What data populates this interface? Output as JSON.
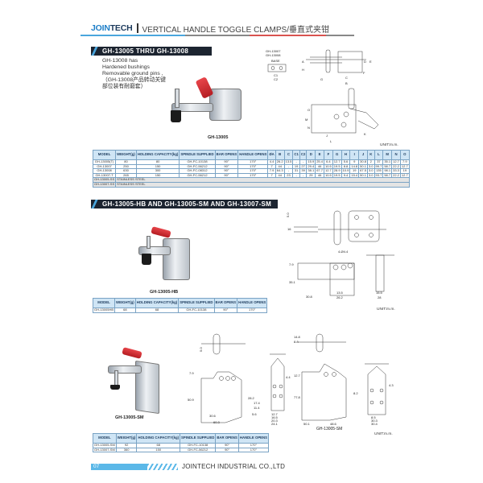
{
  "header": {
    "brand_part1": "JOIN",
    "brand_part2": "TECH",
    "title": "VERTICAL HANDLE TOGGLE CLAMPS/垂直式夹钳"
  },
  "section1": {
    "banner": "GH-13005 THRU GH-13008",
    "note_lines": [
      "GH-13008 has",
      "Hardened bushings",
      "Removable ground pins ,",
      "（GH-13008产品转动关键",
      "部位装有耐磨套）"
    ],
    "photo_caption": "GH-13005",
    "drawing": {
      "model_labels": [
        "GH-13007",
        "GH-13008"
      ],
      "base_label": "BASE",
      "dim_labels": [
        "C1",
        "C2",
        "A",
        "H",
        "G",
        "C",
        "B",
        "D",
        "E",
        "F",
        "M",
        "N",
        "J",
        "K",
        "L",
        "O"
      ],
      "unit": "UNIT:m.m."
    },
    "table": {
      "headers": [
        "MODEL",
        "WEIGHT(g)",
        "HOLDING CAPACITY(kg)",
        "SPINDLE SUPPLIED",
        "BAR OPENS",
        "HANDLE OPENS",
        "ØA",
        "B",
        "C",
        "C1",
        "C2",
        "D",
        "E",
        "F",
        "G",
        "H",
        "I",
        "J",
        "K",
        "L",
        "M",
        "N",
        "O"
      ],
      "rows": [
        [
          "GH-13005(T)",
          "80",
          "80",
          "GH-FC-10138",
          "90°",
          "170°",
          "4.4",
          "26.2",
          "13.5",
          "-",
          "-",
          "15.9",
          "25.4",
          "6.4",
          "12.7",
          "5.6",
          "9",
          "30.8",
          "2",
          "37",
          "35.1",
          "12.7",
          "7.9"
        ],
        [
          "GH-13007",
          "250",
          "150",
          "GH-FC-56212",
          "90°",
          "170°",
          "7",
          "44",
          "-",
          "19",
          "27",
          "29.4",
          "46",
          "10.5",
          "19.5",
          "8.8",
          "14.8",
          "50.1",
          "3.0",
          "99.7",
          "58.7",
          "22.2",
          "12.7"
        ],
        [
          "GH-13008",
          "630",
          "300",
          "GH-FC-08312",
          "90°",
          "170°",
          "7.9",
          "64.3",
          "-",
          "31",
          "39",
          "38.1",
          "67.7",
          "12.7",
          "28.9",
          "10.9",
          "19",
          "67.5",
          "3.0",
          "135",
          "98.1",
          "33.3",
          "19"
        ],
        [
          "GH-13007-T",
          "265",
          "150",
          "GH-FC-56212",
          "90°",
          "170°",
          "7",
          "44",
          "23",
          "-",
          "-",
          "29",
          "46",
          "10.5",
          "19.5",
          "9.4",
          "15.4",
          "50.1",
          "3.0",
          "93.7",
          "58.7",
          "22.2",
          "12.7"
        ]
      ],
      "stainless_rows": [
        {
          "model": "GH-13005-SS",
          "note": "STAINLESS STEEL"
        },
        {
          "model": "GH-13007-SS",
          "note": "STAINLESS STEEL"
        }
      ]
    }
  },
  "section2": {
    "banner": "GH-13005-HB AND GH-13005-SM AND GH-13007-SM",
    "hb": {
      "photo_caption": "GH-13005-HB",
      "drawing": {
        "dims": [
          "5.0",
          "16",
          "4-Ø4.4",
          "7.9",
          "35.1",
          "30.8",
          "13.5",
          "26.2",
          "15.5",
          "28"
        ],
        "unit": "UNIT:m.m."
      },
      "table": {
        "headers": [
          "MODEL",
          "WEIGHT(g)",
          "HOLDING CAPACITY(kg)",
          "SPINDLE SUPPLIED",
          "BAR OPENS",
          "HANDLE OPENS"
        ],
        "rows": [
          [
            "GH-13005HB",
            "68",
            "68",
            "GH-FC-10138",
            "90°",
            "170°"
          ]
        ]
      }
    },
    "sm": {
      "photo_caption": "GH-13005-SM",
      "drawing_caption": "GH-13005-SM",
      "drawing": {
        "dims_left": [
          "5.0",
          "7.9",
          "50.9",
          "30.6",
          "60.3",
          "28.2",
          "17.4",
          "11.4",
          "5.6",
          "4.4",
          "12.7",
          "16.5",
          "20.3",
          "24.1",
          "28.3"
        ],
        "dims_right": [
          "14.8",
          "8.8",
          "12.7",
          "77.8",
          "50.1",
          "48.6",
          "8.2",
          "4.3",
          "8.5",
          "30.3",
          "30.4",
          "48.3"
        ],
        "unit": "UNIT:m.m."
      },
      "table": {
        "headers": [
          "MODEL",
          "WEIGHT(g)",
          "HOLDING CAPACITY(kg)",
          "SPINDLE SUPPLIED",
          "BAR OPENS",
          "HANDLE OPENS"
        ],
        "rows": [
          [
            "GH-13005-SM",
            "92",
            "68",
            "GH-FC-10138",
            "90°",
            "170°"
          ],
          [
            "GH-13007-SM",
            "360",
            "150",
            "GH-FC-56212",
            "90°",
            "170°"
          ]
        ]
      }
    }
  },
  "footer": {
    "page_number": "07",
    "company": "JOINTECH INDUSTRIAL CO.,LTD"
  },
  "colors": {
    "brand_blue": "#1e7fc8",
    "banner_dark": "#1c2430",
    "table_header_bg": "#cfe5f5",
    "accent_red": "#d9534f",
    "footer_blue": "#5bb8e8"
  }
}
